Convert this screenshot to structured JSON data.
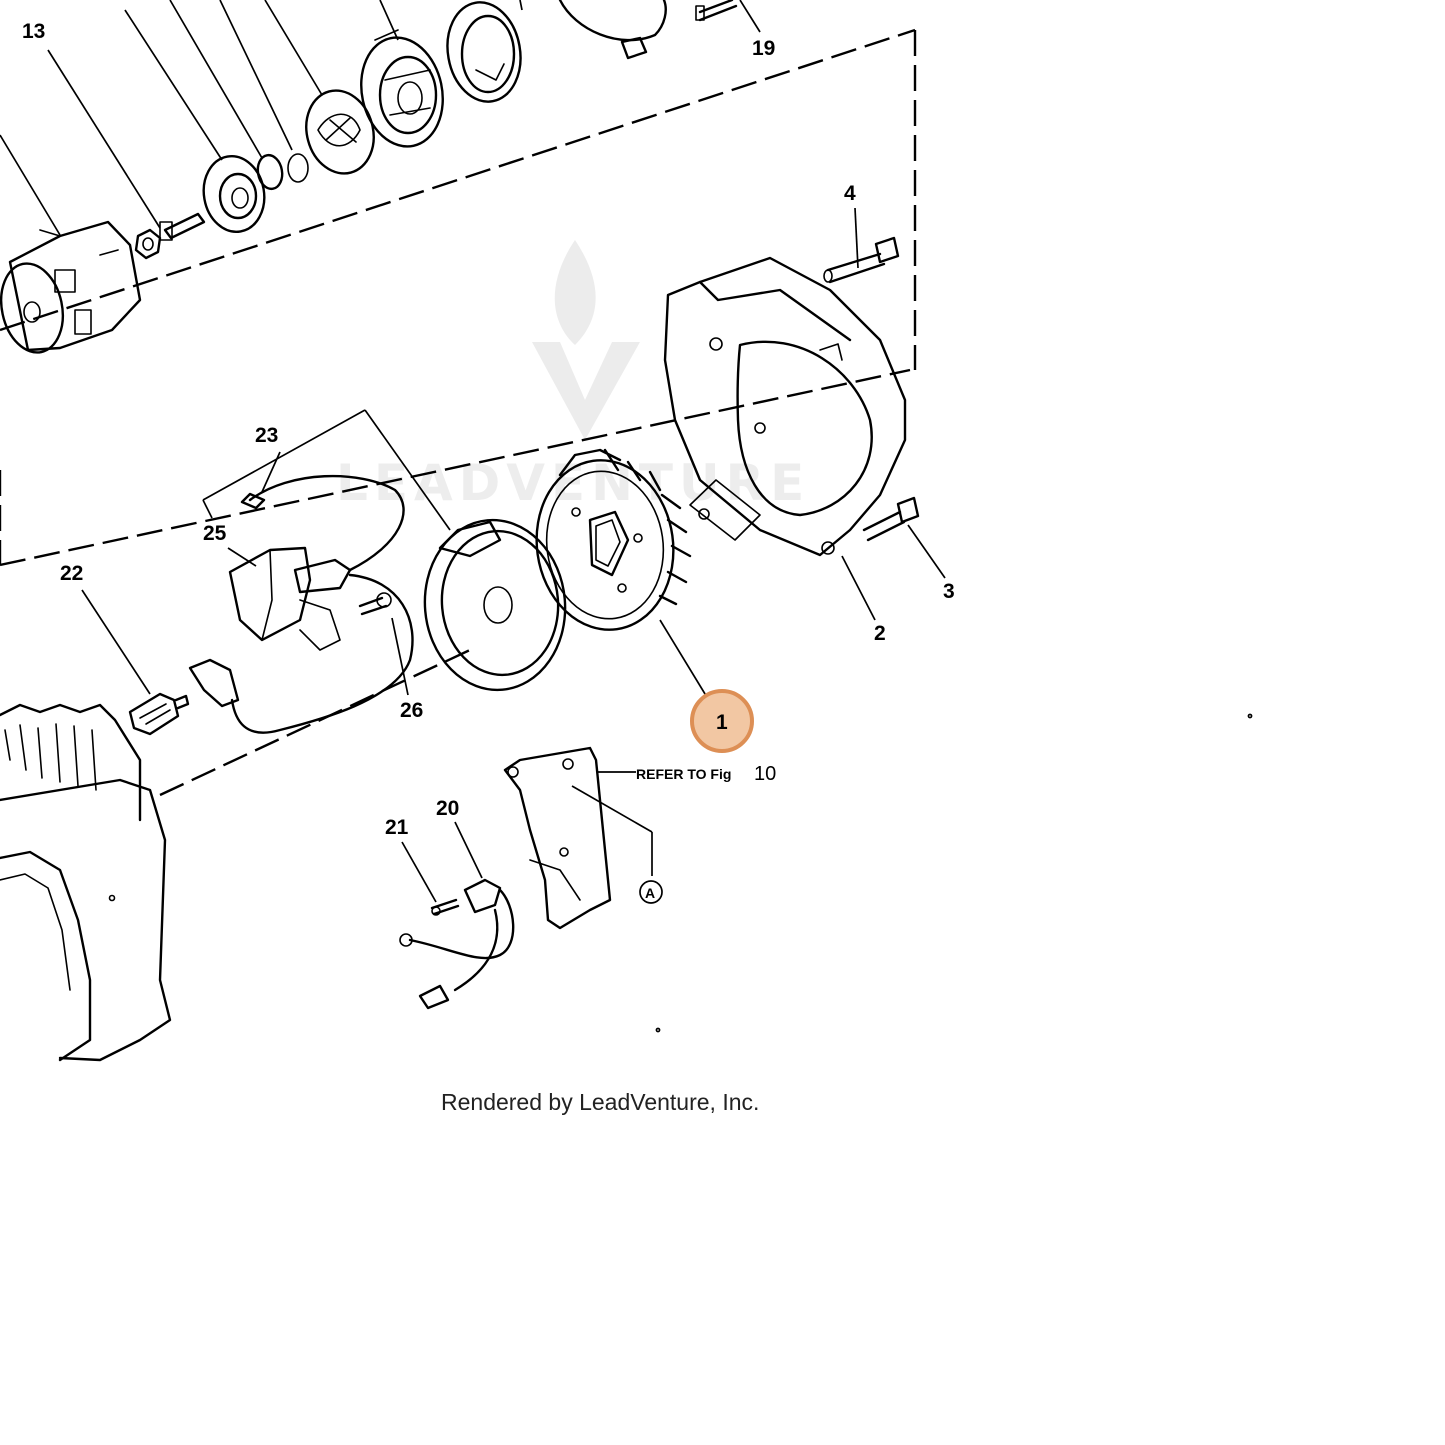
{
  "watermark": {
    "text": "LEADVENTURE"
  },
  "callouts": [
    {
      "id": "13",
      "label": "13"
    },
    {
      "id": "19",
      "label": "19"
    },
    {
      "id": "4",
      "label": "4"
    },
    {
      "id": "23",
      "label": "23"
    },
    {
      "id": "25",
      "label": "25"
    },
    {
      "id": "22",
      "label": "22"
    },
    {
      "id": "26",
      "label": "26"
    },
    {
      "id": "3",
      "label": "3"
    },
    {
      "id": "2",
      "label": "2"
    },
    {
      "id": "1",
      "label": "1"
    },
    {
      "id": "21",
      "label": "21"
    },
    {
      "id": "20",
      "label": "20"
    }
  ],
  "highlighted_callout": "1",
  "reference_note": {
    "text": "REFER TO Fig",
    "figure": "10"
  },
  "marker_a": "A",
  "footer": "Rendered by LeadVenture, Inc.",
  "colors": {
    "highlight_fill": "#f2c7a3",
    "highlight_stroke": "#dd8f55",
    "line": "#000000"
  }
}
